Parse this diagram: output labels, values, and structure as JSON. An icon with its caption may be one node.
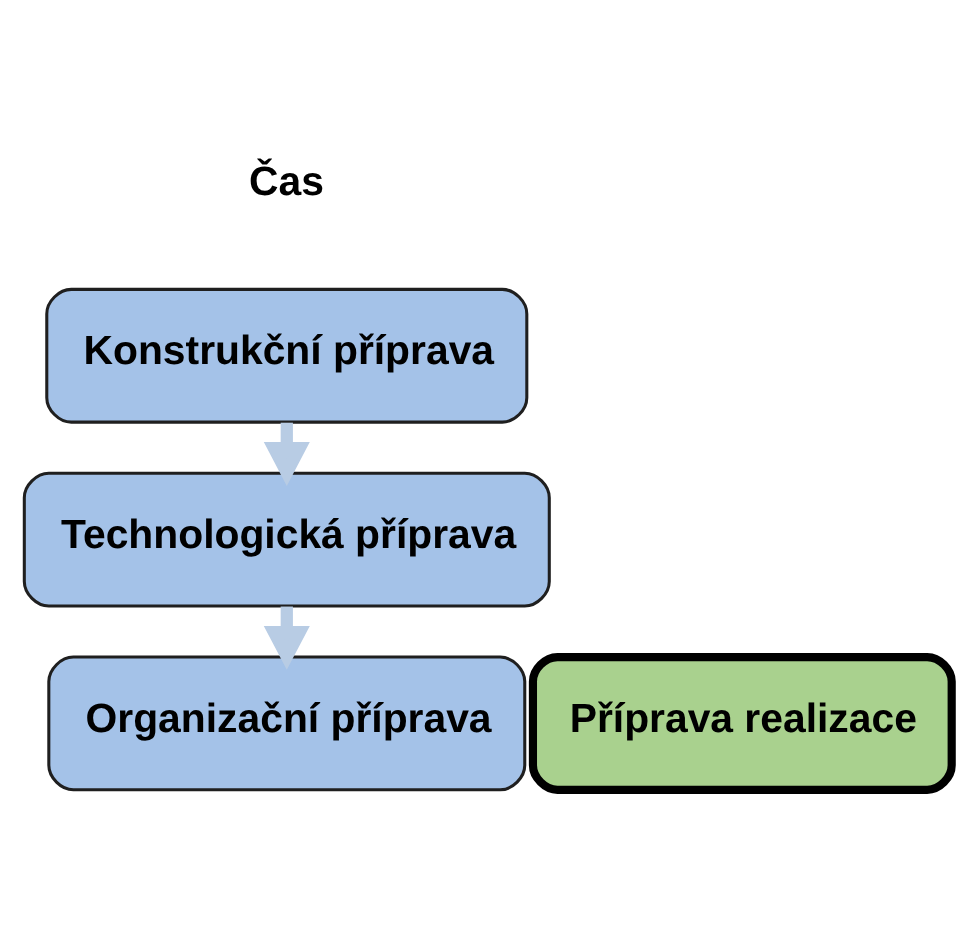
{
  "diagram": {
    "nodes": [
      {
        "text": [
          "Konstrukční příprava"
        ]
      },
      {
        "text": [
          "Technologická příprava"
        ]
      },
      {
        "text": [
          "Organizační příprava"
        ]
      },
      {
        "text": [
          "Příprava realizace"
        ]
      }
    ],
    "edges": [
      {
        "from": 0,
        "to": 1,
        "arrow": "to"
      },
      {
        "from": 1,
        "to": 2,
        "arrow": "to"
      }
    ],
    "labels": [
      "Čas"
    ]
  }
}
